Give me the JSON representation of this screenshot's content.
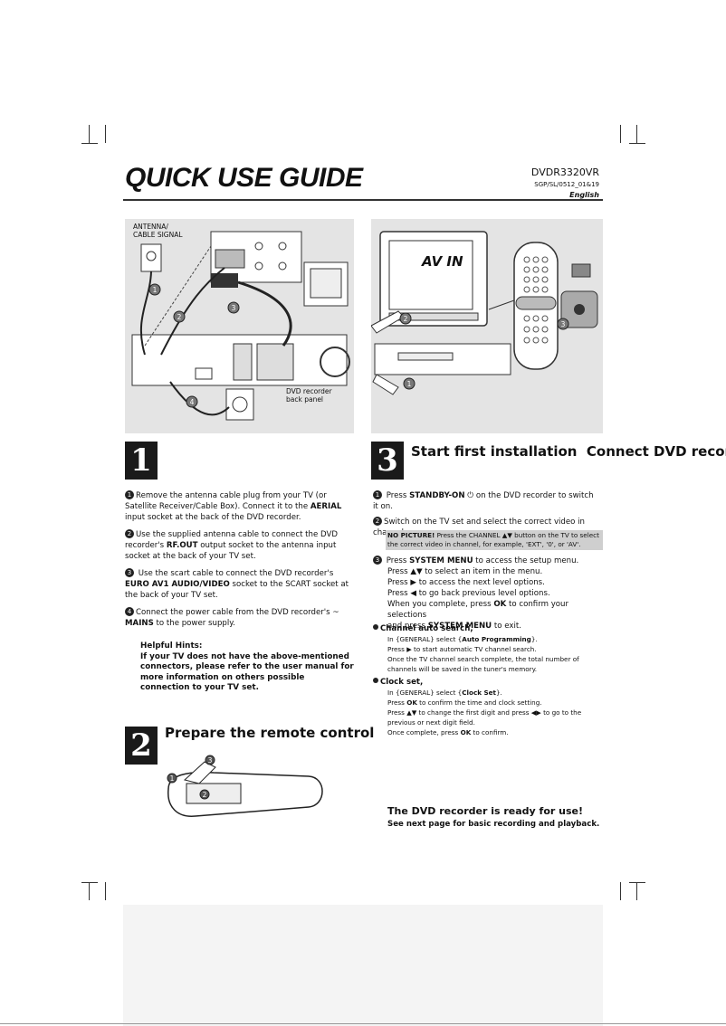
{
  "header": {
    "title": "QUICK USE GUIDE",
    "model": "DVDR3320VR",
    "code": "SGP/SL/0512_01&19",
    "language": "English"
  },
  "figure_left": {
    "label_antenna": "ANTENNA/\nCABLE SIGNAL",
    "label_backpanel": "DVD recorder\nback panel",
    "callouts": [
      "1",
      "2",
      "3",
      "4"
    ]
  },
  "figure_right": {
    "screen_text": "AV IN",
    "callouts": [
      "1",
      "2",
      "3"
    ]
  },
  "section1": {
    "number": "1",
    "title": "",
    "steps": [
      {
        "n": "1",
        "parts": [
          "Remove the antenna cable plug from your TV (or Satellite Receiver/Cable Box).  Connect it to the ",
          "AERIAL",
          " input socket at the back of the DVD recorder."
        ]
      },
      {
        "n": "2",
        "parts": [
          "Use the supplied antenna cable to connect the DVD recorder's ",
          "RF.OUT",
          " output socket to the antenna input socket at the back of your TV set."
        ]
      },
      {
        "n": "3",
        "parts": [
          " Use the scart cable to connect the DVD recorder's ",
          "EURO AV1 AUDIO/VIDEO",
          " socket to the SCART socket at the back of your TV set."
        ]
      },
      {
        "n": "4",
        "parts": [
          "Connect the power cable from the DVD recorder's ~ ",
          "MAINS",
          " to the power supply."
        ]
      }
    ],
    "hints_title": "Helpful Hints:",
    "hints_text": "If your TV does not have the above-mentioned connectors, please refer to the user manual for more information on others possible connection to your TV set."
  },
  "section2": {
    "number": "2",
    "title": "Prepare the remote control",
    "callouts": [
      "1",
      "2",
      "3"
    ]
  },
  "section3": {
    "number": "3",
    "title": "Start first installation  Connect DVD recorder",
    "step1": [
      "Press ",
      "STANDBY-ON",
      " ⏻ on the DVD recorder to switch it on."
    ],
    "step2": "Switch on the TV set and select the correct video in channel.",
    "note_bold": "NO PICTURE!",
    "note_text": "  Press the CHANNEL ▲▼  button on the TV to select the correct video in channel, for example, 'EXT', '0', or 'AV'.",
    "step3_lines": [
      [
        "Press ",
        "SYSTEM MENU",
        " to access the setup menu."
      ],
      [
        "Press ▲▼ to select an item in the menu.",
        "",
        ""
      ],
      [
        "Press ▶ to access the next level options.",
        "",
        ""
      ],
      [
        "Press ◀  to go back previous level options.",
        "",
        ""
      ],
      [
        "When you complete, press ",
        "OK",
        " to confirm your selections"
      ],
      [
        "and press ",
        "SYSTEM MENU",
        " to exit."
      ]
    ],
    "channel_title": "Channel auto search,",
    "channel_lines": [
      [
        "In {GENERAL} select {",
        "Auto Programming",
        "}."
      ],
      [
        "Press ▶ to start automatic TV channel search.",
        "",
        ""
      ],
      [
        "Once the TV channel search complete, the total number of",
        "",
        ""
      ],
      [
        "channels will be saved in the tuner's memory.",
        "",
        ""
      ]
    ],
    "clock_title": "Clock set,",
    "clock_lines": [
      [
        "In {GENERAL} select {",
        "Clock Set",
        "}."
      ],
      [
        "Press ",
        "OK",
        " to confirm the time and clock setting."
      ],
      [
        "Press ▲▼ to change the first digit and press ◀▶ to go to the",
        "",
        ""
      ],
      [
        "previous or next digit field.",
        "",
        ""
      ],
      [
        "Once complete, press ",
        "OK",
        " to confirm."
      ]
    ],
    "ready_title": "The DVD recorder is ready for use!",
    "ready_sub": "See next page for basic recording and playback."
  }
}
